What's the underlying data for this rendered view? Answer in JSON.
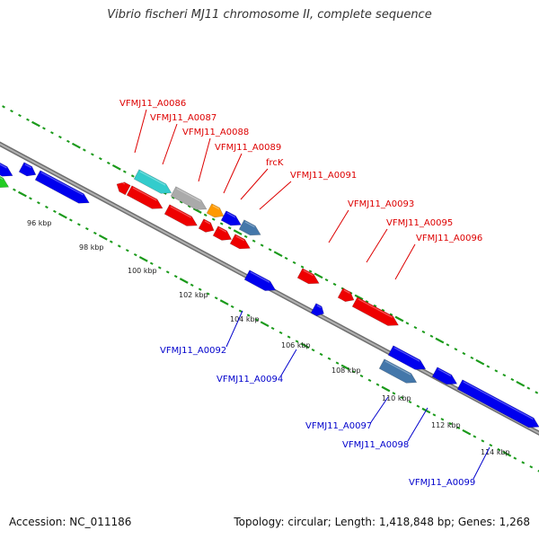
{
  "title": "Vibrio fischeri MJ11 chromosome II, complete sequence",
  "footer": {
    "accession": "Accession: NC_011186",
    "summary": "Topology: circular; Length: 1,418,848 bp; Genes: 1,268"
  },
  "colors": {
    "backbone": "#8a8a8a",
    "tick_green": "#1a9a1a",
    "forward_label": "#dd0000",
    "reverse_label": "#0000cc",
    "gene_red": "#ee0000",
    "gene_blue": "#0000ee",
    "gene_cyan": "#33cccc",
    "gene_gray": "#aaaaaa",
    "gene_orange": "#ff9900",
    "gene_steelblue": "#4477aa",
    "gene_green": "#22cc22"
  },
  "scale_labels": [
    "96 kbp",
    "98 kbp",
    "100 kbp",
    "102 kbp",
    "104 kbp",
    "106 kbp",
    "108 kbp",
    "110 kbp",
    "112 kbp",
    "114 kbp"
  ],
  "forward_genes": [
    "VFMJ11_A0086",
    "VFMJ11_A0087",
    "VFMJ11_A0088",
    "VFMJ11_A0089",
    "frcK",
    "VFMJ11_A0091",
    "VFMJ11_A0093",
    "VFMJ11_A0095",
    "VFMJ11_A0096"
  ],
  "reverse_genes": [
    "VFMJ11_A0092",
    "VFMJ11_A0094",
    "VFMJ11_A0097",
    "VFMJ11_A0098",
    "VFMJ11_A0099"
  ]
}
